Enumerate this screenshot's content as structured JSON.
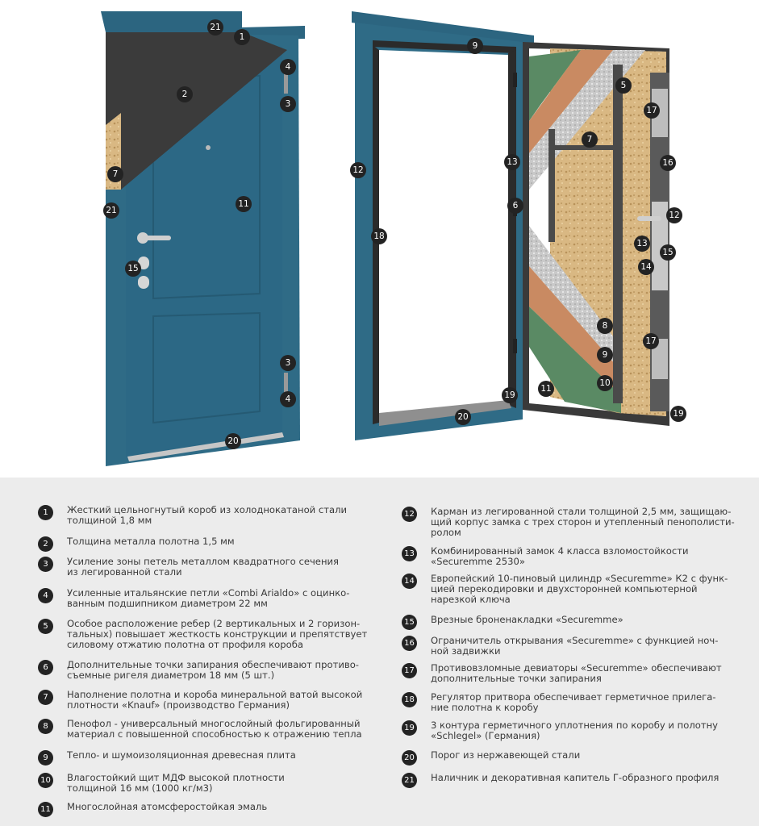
{
  "colors": {
    "door_teal": "#2f6b86",
    "door_dark": "#245a72",
    "legend_bg": "#ececec",
    "marker": "#232323",
    "text": "#3a3a3a"
  },
  "markers": {
    "m21a": "21",
    "m1": "1",
    "m2": "2",
    "m7a": "7",
    "m21b": "21",
    "m4a": "4",
    "m3a": "3",
    "m11a": "11",
    "m15a": "15",
    "m3b": "3",
    "m4b": "4",
    "m20a": "20",
    "m9a": "9",
    "m12a": "12",
    "m18": "18",
    "m13a": "13",
    "m6": "6",
    "m20b": "20",
    "m19a": "19",
    "m11b": "11",
    "m5": "5",
    "m7b": "7",
    "m17a": "17",
    "m16": "16",
    "m12b": "12",
    "m13b": "13",
    "m15b": "15",
    "m14": "14",
    "m8": "8",
    "m9b": "9",
    "m10": "10",
    "m17b": "17",
    "m19b": "19"
  },
  "legend": [
    {
      "num": "1",
      "text": "Жесткий цельногнутый короб из холоднокатаной стали\nтолщиной 1,8 мм"
    },
    {
      "num": "2",
      "text": "Толщина металла полотна 1,5 мм"
    },
    {
      "num": "3",
      "text": "Усиление зоны петель металлом квадратного сечения\nиз легированной стали"
    },
    {
      "num": "4",
      "text": "Усиленные итальянские петли «Combi Arialdo» с оцинко-\nванным подшипником диаметром 22 мм"
    },
    {
      "num": "5",
      "text": "Особое расположение ребер (2 вертикальных и 2 горизон-\nтальных) повышает жесткость конструкции и препятствует\nсиловому отжатию полотна от профиля короба"
    },
    {
      "num": "6",
      "text": "Дополнительные точки запирания обеспечивают противо-\nсъемные ригеля диаметром 18 мм (5 шт.)"
    },
    {
      "num": "7",
      "text": "Наполнение полотна и короба минеральной ватой высокой\nплотности «Knauf» (производство Германия)"
    },
    {
      "num": "8",
      "text": "Пенофол - универсальный многослойный фольгированный\nматериал с повышенной способностью к отражению тепла"
    },
    {
      "num": "9",
      "text": "Тепло- и шумоизоляционная древесная плита"
    },
    {
      "num": "10",
      "text": "Влагостойкий щит МДФ высокой плотности\nтолщиной 16 мм (1000 кг/м3)"
    },
    {
      "num": "11",
      "text": "Многослойная атомсферостойкая эмаль"
    },
    {
      "num": "12",
      "text": "Карман из легированной стали толщиной 2,5 мм, защищаю-\nщий корпус замка с трех сторон и утепленный пенополисти-\nролом"
    },
    {
      "num": "13",
      "text": "Комбинированный замок 4 класса взломостойкости\n«Securemme 2530»"
    },
    {
      "num": "14",
      "text": "Европейский 10-пиновый цилиндр «Securemme» К2 с функ-\nцией перекодировки и двухсторонней компьютерной\nнарезкой ключа"
    },
    {
      "num": "15",
      "text": "Врезные броненакладки «Securemme»"
    },
    {
      "num": "16",
      "text": "Ограничитель открывания «Securemme» с функцией ноч-\nной задвижки"
    },
    {
      "num": "17",
      "text": "Противовзломные девиаторы «Securemme» обеспечивают\nдополнительные точки запирания"
    },
    {
      "num": "18",
      "text": "Регулятор притвора обеспечивает герметичное прилега-\nние полотна к коробу"
    },
    {
      "num": "19",
      "text": "3 контура герметичного уплотнения по коробу и полотну\n«Schlegel» (Германия)"
    },
    {
      "num": "20",
      "text": "Порог из нержавеющей стали"
    },
    {
      "num": "21",
      "text": "Наличник и декоративная капитель Г-образного профиля"
    }
  ]
}
